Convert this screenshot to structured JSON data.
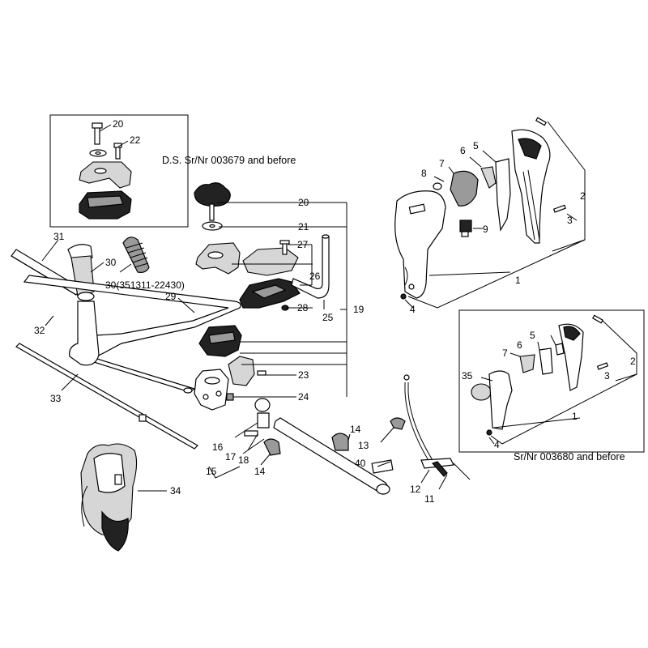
{
  "notes": {
    "inset_top": "D.S. Sr/Nr 003679 and before",
    "inset_right": "Sr/Nr 003680 and before"
  },
  "labels": {
    "p20_inset": "20",
    "p22_inset": "22",
    "p20": "20",
    "p21": "21",
    "p27": "27",
    "p26": "26",
    "p28": "28",
    "p25": "25",
    "p19": "19",
    "p23": "23",
    "p24": "24",
    "p31": "31",
    "p30": "30",
    "p30_alt": "30(351311-22430)",
    "p29": "29",
    "p32": "32",
    "p33": "33",
    "p34": "34",
    "p16": "16",
    "p17": "17",
    "p18": "18",
    "p15": "15",
    "p14a": "14",
    "p14b": "14",
    "p13": "13",
    "p40": "40",
    "p12": "12",
    "p11": "11",
    "p8": "8",
    "p7": "7",
    "p6": "6",
    "p5": "5",
    "p9": "9",
    "p2": "2",
    "p3": "3",
    "p1": "1",
    "p4": "4",
    "r5": "5",
    "r6": "6",
    "r7": "7",
    "r35": "35",
    "r2": "2",
    "r3": "3",
    "r1": "1",
    "r4": "4"
  }
}
